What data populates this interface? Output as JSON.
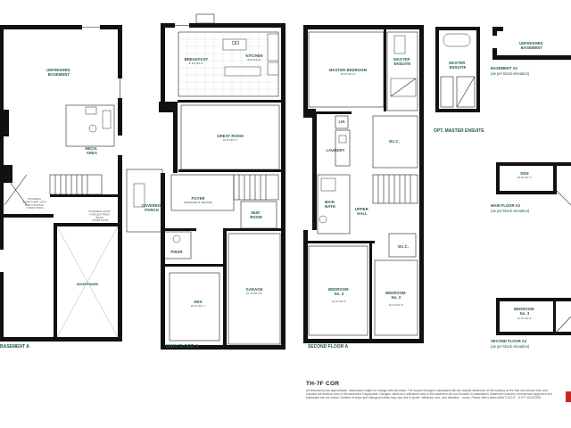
{
  "model": "TH-7F COR",
  "disclaimer": "All dimensions are approximate. Information subject to change without notice. The square footage is calculated with the outside dimension of the building on the first and second floor and includes the finished area of the basement if applicable. Garages, stairs and unfinished area in the basement are not included in calculations. Basement columns, mechanical equipment and bulkheads are not shown. Number of steps and railings provided may vary due to grade. Windows, size, and elevation - errors. Please visit a sales office E.&O.E. - 6.0 P. 30/11/2020",
  "plans": {
    "basement": {
      "caption": "BASEMENT A",
      "rooms": {
        "unfinished": [
          "UNFINISHED",
          "BASEMENT"
        ],
        "mech": [
          "MECH.",
          "AREA"
        ],
        "underpinned": "UNDERPINNED"
      },
      "notes": {
        "left": [
          "POSSIBLE",
          "SUMP PUMP, VENT",
          "PER FOOTING",
          "CONDITIONS"
        ],
        "right": [
          "POSSIBLE SUMP",
          "FORCED FROM",
          "BEAM",
          "CONDITIONS"
        ]
      }
    },
    "main": {
      "caption": "MAIN FLOOR A",
      "rooms": {
        "breakfast": "BREAKFAST",
        "kitchen": "KITCHEN",
        "great": "GREAT ROOM",
        "foyer": "FOYER",
        "mud": [
          "MUD",
          "ROOM"
        ],
        "porch": [
          "COVERED",
          "PORCH"
        ],
        "pwdr": "PWDR",
        "den": "DEN",
        "garage": "GARAGE"
      },
      "dims": {
        "breakfast": "8'-10\"x12'-0\"",
        "kitchen": "8'-6\"x12'-0\"",
        "great": "16'-0\"x15'-1\"",
        "foyer": "(AVERAGE 8' CEILING)",
        "den": "10'-6\"x10'-7\"",
        "garage": "10'-6\"x20'-11\""
      }
    },
    "second": {
      "caption": "SECOND FLOOR A",
      "rooms": {
        "master": "MASTER BEDROOM",
        "ensuite": [
          "MASTER",
          "ENSUITE"
        ],
        "lin": "LIN",
        "laundry": "LAUNDRY",
        "wic": "W.I.C.",
        "mainbath": [
          "MAIN",
          "BATH"
        ],
        "upperhall": [
          "UPPER",
          "HALL"
        ],
        "wic2": "W.I.C.",
        "bed3": [
          "BEDROOM",
          "No. 3"
        ],
        "bed2": [
          "BEDROOM",
          "No. 2"
        ]
      },
      "dims": {
        "master": "16'-6\"x12'-0\"",
        "bed3": "11'-0\"x13'-1\"",
        "bed2": "11'-0\"x13'-1\""
      }
    },
    "opt_ensuite": {
      "caption": "OPT. MASTER ENSUITE",
      "rooms": {
        "ensuite": [
          "MASTER",
          "ENSUITE"
        ]
      }
    },
    "basement_a2": {
      "caption": "BASEMENT A2",
      "subcaption": "(as per block elevation)",
      "rooms": {
        "unfinished": [
          "UNFINISHED",
          "BASEMENT"
        ]
      }
    },
    "main_a3": {
      "caption": "MAIN FLOOR A3",
      "subcaption": "(as per block elevation)",
      "rooms": {
        "den": "DEN"
      },
      "dims": {
        "den": "10'-6\"x10'-7\""
      }
    },
    "second_a3": {
      "caption": "SECOND FLOOR A3",
      "subcaption": "(as per block elevation)",
      "rooms": {
        "bed3": [
          "BEDROOM",
          "No. 3"
        ]
      },
      "dims": {
        "bed3": "11'-0\"x13'-1\""
      }
    }
  }
}
